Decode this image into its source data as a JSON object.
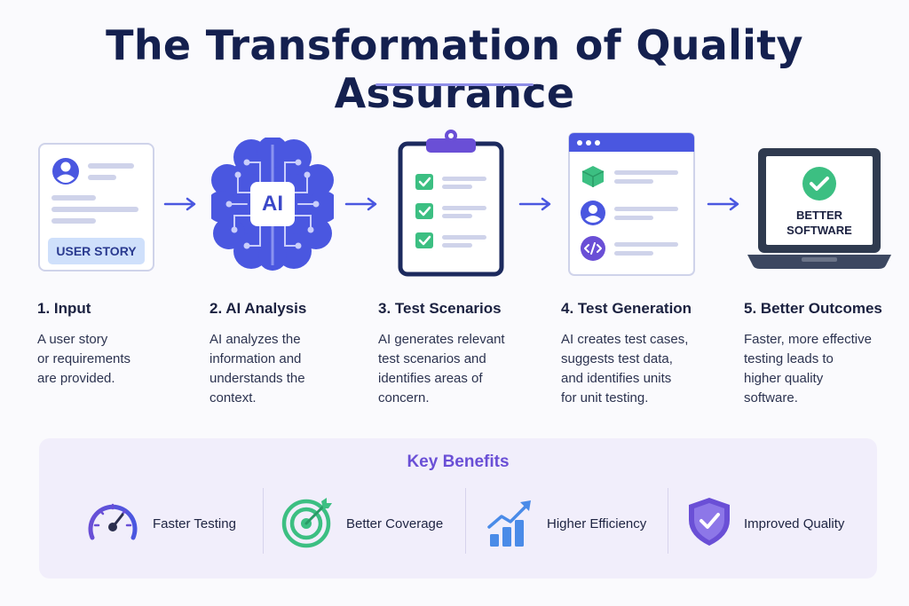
{
  "title": "The Transformation of Quality Assurance",
  "illustrations": {
    "user_story_label": "USER STORY",
    "ai_label": "AI",
    "laptop_label_line1": "BETTER",
    "laptop_label_line2": "SOFTWARE"
  },
  "steps": [
    {
      "title": "1. Input",
      "description": "A user story\nor requirements\nare provided."
    },
    {
      "title": "2. AI Analysis",
      "description": "AI analyzes the\ninformation and\nunderstands the\ncontext."
    },
    {
      "title": "3. Test Scenarios",
      "description": "AI generates relevant\ntest scenarios and\nidentifies areas of\nconcern."
    },
    {
      "title": "4. Test Generation",
      "description": "AI creates test cases,\nsuggests test data,\nand identifies units\nfor unit testing."
    },
    {
      "title": "5. Better Outcomes",
      "description": "Faster, more effective\ntesting leads to\nhigher quality\nsoftware."
    }
  ],
  "benefits": {
    "title": "Key Benefits",
    "items": [
      {
        "label": "Faster Testing",
        "icon": "speedometer-icon"
      },
      {
        "label": "Better Coverage",
        "icon": "target-icon"
      },
      {
        "label": "Higher Efficiency",
        "icon": "growth-chart-icon"
      },
      {
        "label": "Improved Quality",
        "icon": "shield-check-icon"
      }
    ]
  },
  "colors": {
    "primary_blue": "#4a57e0",
    "purple": "#6a4fd6",
    "green": "#3cbf82",
    "navy": "#14204f",
    "panel_bg": "#f1eefb"
  }
}
